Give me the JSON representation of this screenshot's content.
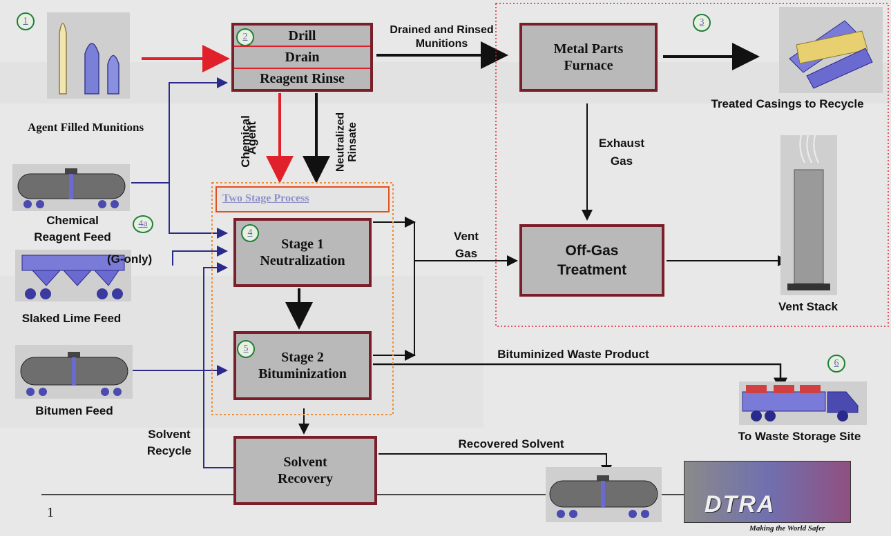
{
  "steps": {
    "s1": "1",
    "s2": "2",
    "s3": "3",
    "s4": "4",
    "s4a": "4a",
    "s5": "5",
    "s6": "6"
  },
  "boxes": {
    "drill": "Drill",
    "drain": "Drain",
    "reagent_rinse": "Reagent Rinse",
    "metal_parts_1": "Metal Parts",
    "metal_parts_2": "Furnace",
    "stage1_1": "Stage 1",
    "stage1_2": "Neutralization",
    "stage2_1": "Stage 2",
    "stage2_2": "Bituminization",
    "offgas_1": "Off-Gas",
    "offgas_2": "Treatment",
    "solvent_1": "Solvent",
    "solvent_2": "Recovery"
  },
  "labels": {
    "agent_filled": "Agent Filled Munitions",
    "chem_reagent_1": "Chemical",
    "chem_reagent_2": "Reagent Feed",
    "g_only": "(G-only)",
    "slaked_lime": "Slaked Lime Feed",
    "bitumen_feed": "Bitumen Feed",
    "drained_1": "Drained and Rinsed",
    "drained_2": "Munitions",
    "treated_casings": "Treated Casings to Recycle",
    "exhaust_1": "Exhaust",
    "exhaust_2": "Gas",
    "chem_agent_1": "Chemical",
    "chem_agent_2": "Agent",
    "neut_rinsate_1": "Neutralized",
    "neut_rinsate_2": "Rinsate",
    "two_stage": "Two Stage Process",
    "vent_gas_1": "Vent",
    "vent_gas_2": "Gas",
    "vent_stack": "Vent Stack",
    "bituminized": "Bituminized Waste Product",
    "waste_site": "To Waste Storage Site",
    "solvent_recycle_1": "Solvent",
    "solvent_recycle_2": "Recycle",
    "recovered_solvent": "Recovered Solvent",
    "page_number": "1",
    "dtra": "DTRA",
    "tagline": "Making the World Safer"
  },
  "colors": {
    "box_border": "#7a1f2a",
    "box_fill": "#b9b9b9",
    "red_arrow": "#e0202a",
    "blue_line": "#2a2a8a",
    "step_circle": "#1f7f3a"
  },
  "icons": {
    "munitions": "munitions-icon",
    "tank_car": "tank-car-icon",
    "hopper_car": "hopper-car-icon",
    "casings": "casings-icon",
    "stack": "vent-stack-icon",
    "truck": "truck-icon",
    "logo": "dtra-logo"
  }
}
